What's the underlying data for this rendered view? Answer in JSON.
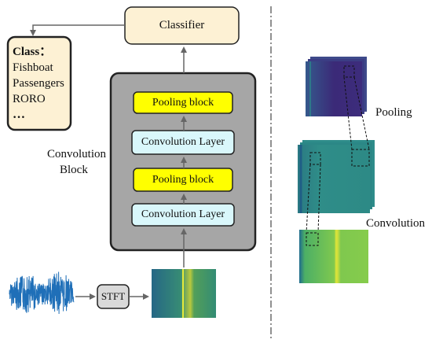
{
  "classifier_label": "Classifier",
  "class_box": {
    "heading": "Class",
    "colon": "：",
    "items": [
      "Fishboat",
      "Passengers",
      "RORO"
    ],
    "more": "…"
  },
  "convolution_block_label": [
    "Convolution",
    "Block"
  ],
  "layers": [
    "Pooling block",
    "Convolution Layer",
    "Pooling block",
    "Convolution Layer"
  ],
  "stft_label": "STFT",
  "right_panel": {
    "pooling_label": "Pooling",
    "convolution_label": "Convolution"
  },
  "colors": {
    "classifier_fill": "#fdf1d4",
    "block_fill": "#a6a6a6",
    "pooling_fill": "#ffff00",
    "conv_fill": "#d9f7fb",
    "stft_fill": "#d9d9d9",
    "waveform": "#1f6fb8",
    "arrow": "#6b6b6b"
  }
}
